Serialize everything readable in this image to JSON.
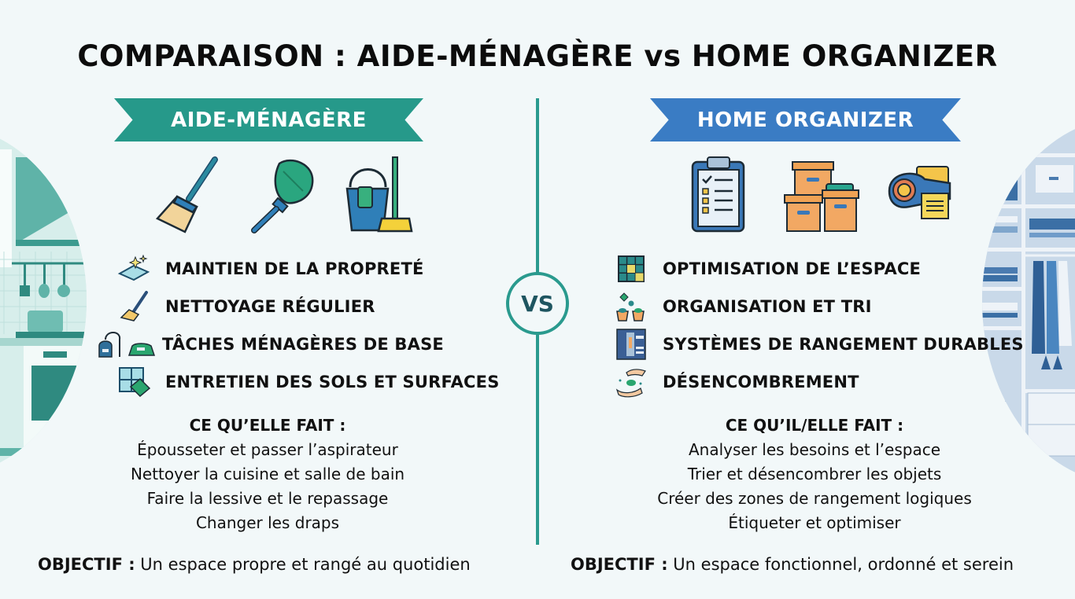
{
  "title": "COMPARAISON : AIDE-MÉNAGÈRE vs HOME ORGANIZER",
  "vs_label": "VS",
  "colors": {
    "teal": "#26998a",
    "blue": "#3a7cc4",
    "divider": "#2a9a8e",
    "vs_text": "#1e5560",
    "background": "#f2f8f9"
  },
  "left": {
    "banner": "AIDE-MÉNAGÈRE",
    "big_icons": [
      "broom-icon",
      "feather-duster-icon",
      "bucket-mop-icon"
    ],
    "features": [
      {
        "icon": "sparkle-surface-icon",
        "label": "MAINTIEN DE LA PROPRETÉ"
      },
      {
        "icon": "sweeping-broom-icon",
        "label": "NETTOYAGE RÉGULIER"
      },
      {
        "icon": "vacuum-iron-icon",
        "label": "TÂCHES MÉNAGÈRES DE BASE"
      },
      {
        "icon": "window-cloth-icon",
        "label": "ENTRETIEN DES SOLS ET SURFACES"
      }
    ],
    "does_title": "CE QU’ELLE FAIT :",
    "does_items": [
      "Épousseter et passer l’aspirateur",
      "Nettoyer la cuisine et salle de bain",
      "Faire la lessive et le repassage",
      "Changer les draps"
    ],
    "objective_label": "OBJECTIF :",
    "objective_text": " Un espace propre et rangé au quotidien"
  },
  "right": {
    "banner": "HOME ORGANIZER",
    "big_icons": [
      "clipboard-checklist-icon",
      "storage-boxes-icon",
      "label-maker-icon"
    ],
    "features": [
      {
        "icon": "space-grid-icon",
        "label": "OPTIMISATION DE L’ESPACE"
      },
      {
        "icon": "sorting-bins-icon",
        "label": "ORGANISATION ET TRI"
      },
      {
        "icon": "wardrobe-icon",
        "label": "SYSTÈMES DE RANGEMENT DURABLES"
      },
      {
        "icon": "hands-declutter-icon",
        "label": "DÉSENCOMBREMENT"
      }
    ],
    "does_title": "CE QU’IL/ELLE FAIT :",
    "does_items": [
      "Analyser les besoins et l’espace",
      "Trier et désencombrer les objets",
      "Créer des zones de rangement logiques",
      "Étiqueter et optimiser"
    ],
    "objective_label": "OBJECTIF :",
    "objective_text": " Un espace fonctionnel, ordonné et serein"
  }
}
